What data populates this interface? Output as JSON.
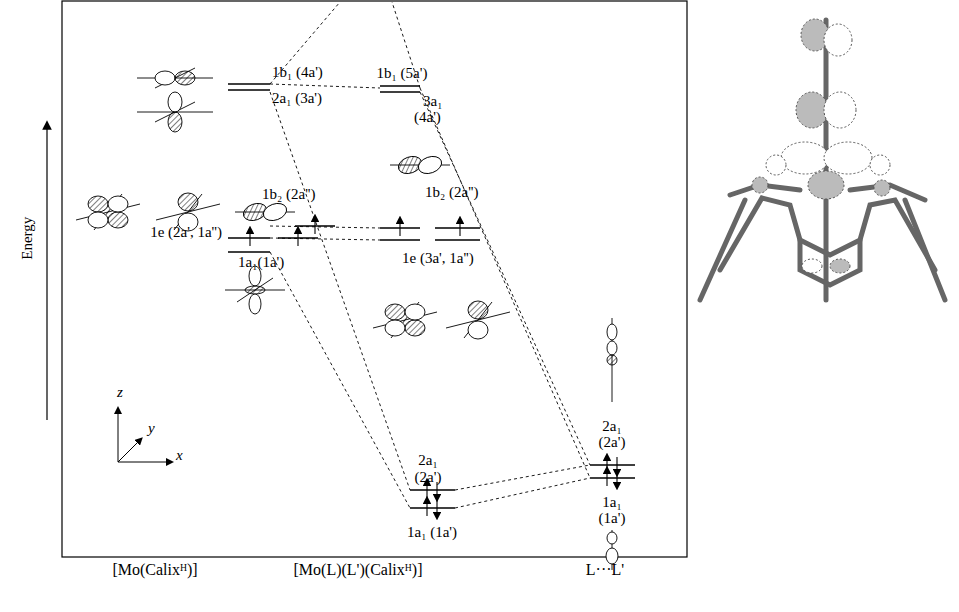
{
  "diagram": {
    "labels": [
      "1b₁ (4a')",
      "2a₁ (3a')",
      "1b₂ (2a'')",
      "1e (2a', 1a'')",
      "1a₁(1a')",
      "1b₁ (5a')",
      "3a₁",
      "(4a')",
      "1b₂ (2a'')",
      "1e (3a', 1a'')",
      "2a₁",
      "(2a')",
      "1a₁ (1a')",
      "2a₁",
      "(2a')",
      "1a₁",
      "(1a')",
      "Energy",
      "z",
      "y",
      "x",
      "[Mo(Calixᴴ)]",
      "[Mo(L)(L')(Calixᴴ)]",
      "L···L'"
    ]
  }
}
